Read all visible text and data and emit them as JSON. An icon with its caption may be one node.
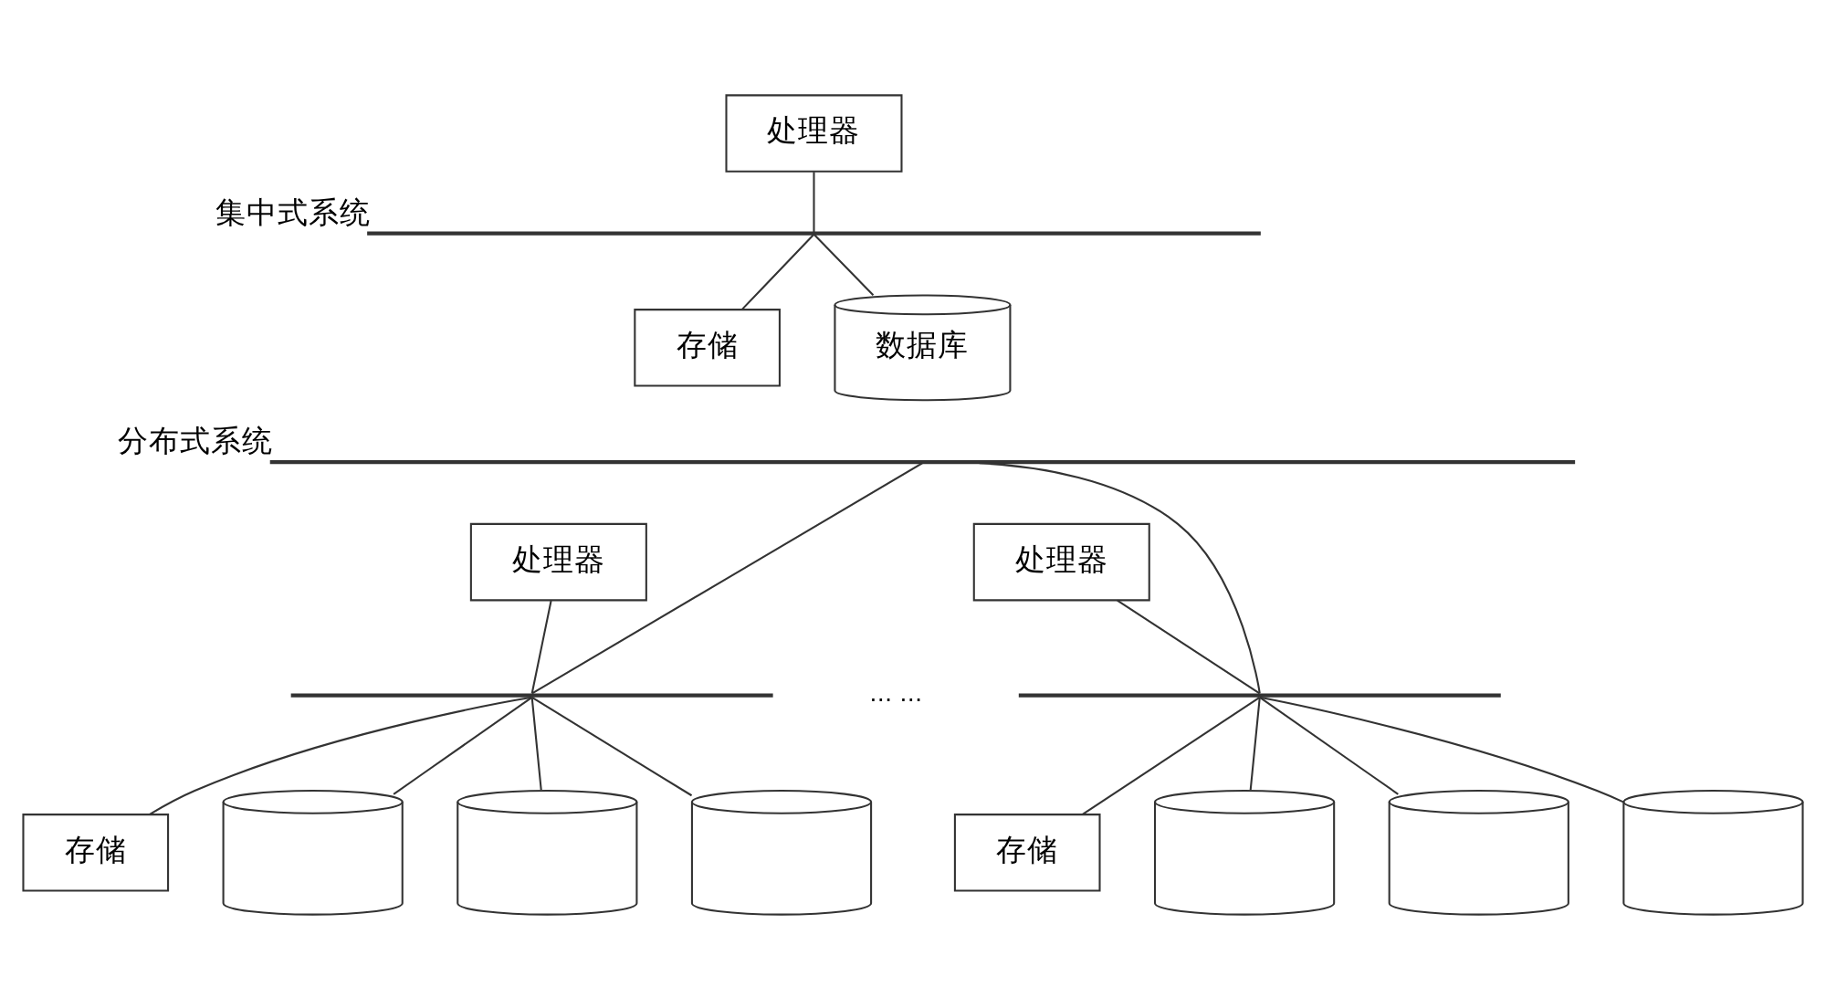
{
  "diagram": {
    "nodes": [
      {
        "text": [
          "处理器"
        ]
      },
      {
        "text": [],
        "shape": "bar",
        "beside": [
          "集中式系统"
        ]
      },
      {
        "text": [
          "存储"
        ]
      },
      {
        "text": [
          "数据库"
        ]
      },
      {
        "text": [],
        "shape": "bar",
        "beside": [
          "分布式系统"
        ]
      },
      {
        "text": [
          "处理器"
        ]
      },
      {
        "text": [],
        "shape": "bar"
      },
      {
        "text": [
          "存储"
        ]
      },
      {
        "text": [],
        "shape": "cylinder"
      },
      {
        "text": [],
        "shape": "cylinder"
      },
      {
        "text": [],
        "shape": "cylinder"
      },
      {
        "text": [
          "处理器"
        ]
      },
      {
        "text": [],
        "shape": "bar"
      },
      {
        "text": [
          "存储"
        ]
      },
      {
        "text": [],
        "shape": "cylinder"
      },
      {
        "text": [],
        "shape": "cylinder"
      },
      {
        "text": [],
        "shape": "cylinder"
      }
    ],
    "edges": [
      {
        "from": 0,
        "to": 1,
        "arrow": "none"
      },
      {
        "from": 1,
        "to": 2,
        "arrow": "none"
      },
      {
        "from": 1,
        "to": 3,
        "arrow": "none"
      },
      {
        "from": 4,
        "to": 6,
        "arrow": "none"
      },
      {
        "from": 5,
        "to": 6,
        "arrow": "none"
      },
      {
        "from": 6,
        "to": 7,
        "arrow": "none"
      },
      {
        "from": 6,
        "to": 8,
        "arrow": "none"
      },
      {
        "from": 6,
        "to": 9,
        "arrow": "none"
      },
      {
        "from": 6,
        "to": 10,
        "arrow": "none"
      },
      {
        "from": 4,
        "to": 12,
        "arrow": "none"
      },
      {
        "from": 11,
        "to": 12,
        "arrow": "none"
      },
      {
        "from": 12,
        "to": 13,
        "arrow": "none"
      },
      {
        "from": 12,
        "to": 14,
        "arrow": "none"
      },
      {
        "from": 12,
        "to": 15,
        "arrow": "none"
      },
      {
        "from": 12,
        "to": 16,
        "arrow": "none"
      }
    ],
    "labels": [
      "… …"
    ]
  }
}
